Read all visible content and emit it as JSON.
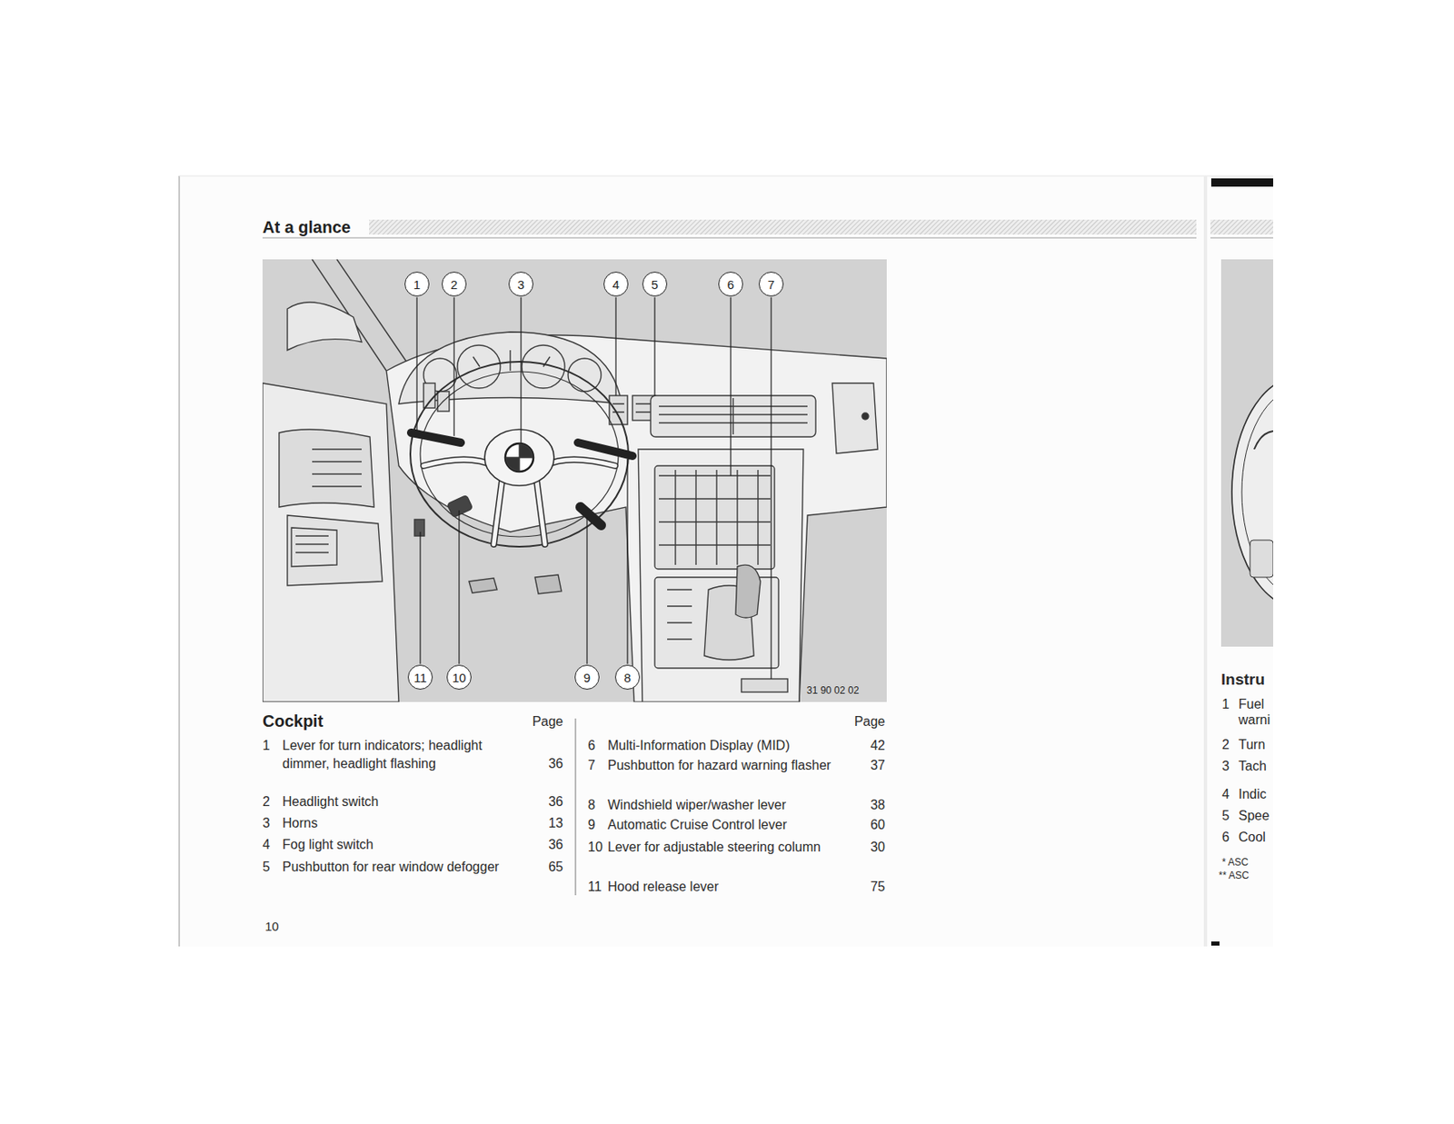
{
  "diagram": {
    "title": "At a glance",
    "nodes": [
      {
        "text": [
          "1"
        ]
      },
      {
        "text": [
          "2"
        ]
      },
      {
        "text": [
          "3"
        ]
      },
      {
        "text": [
          "4"
        ]
      },
      {
        "text": [
          "5"
        ]
      },
      {
        "text": [
          "6"
        ]
      },
      {
        "text": [
          "7"
        ]
      },
      {
        "text": [
          "11"
        ]
      },
      {
        "text": [
          "10"
        ]
      },
      {
        "text": [
          "9"
        ]
      },
      {
        "text": [
          "8"
        ]
      }
    ],
    "labels": [
      "Cockpit",
      "Page",
      "1",
      "Lever for turn indicators; headlight dimmer, headlight flashing",
      "36",
      "2",
      "Headlight switch",
      "36",
      "3",
      "Horns",
      "13",
      "4",
      "Fog light switch",
      "36",
      "5",
      "Pushbutton for rear window defogger",
      "65",
      "Page",
      "6",
      "Multi-Information Display (MID)",
      "42",
      "7",
      "Pushbutton for hazard warning flasher",
      "37",
      "8",
      "Windshield wiper/washer lever",
      "38",
      "9",
      "Automatic Cruise Control lever",
      "60",
      "10",
      "Lever for adjustable steering column",
      "30",
      "11",
      "Hood release lever",
      "75",
      "10",
      "31 90 02 02",
      "Instru",
      "1",
      "Fuel",
      "warni",
      "2",
      "Turn",
      "3",
      "Tach",
      "4",
      "Indic",
      "5",
      "Spee",
      "6",
      "Cool",
      "* ASC",
      "** ASC"
    ]
  }
}
